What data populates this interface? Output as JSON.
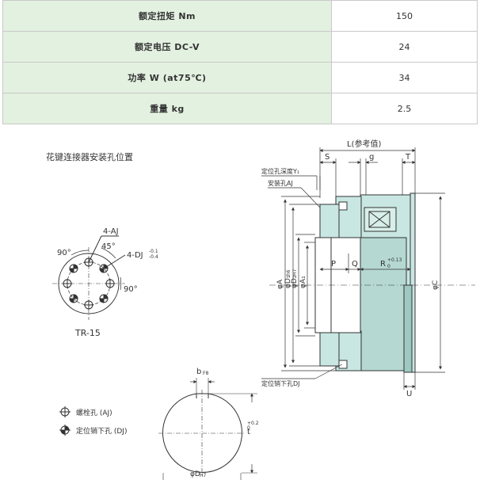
{
  "specs": [
    {
      "label": "额定扭矩 Nm",
      "value": "150"
    },
    {
      "label": "额定电压 DC-V",
      "value": "24"
    },
    {
      "label": "功率 W (at75℃)",
      "value": "34"
    },
    {
      "label": "重量 kg",
      "value": "2.5"
    }
  ],
  "diagram": {
    "hole_layout_title": "花键连接器安装孔位置",
    "aj": "4-AJ",
    "dj": "4-DJ",
    "dj_tol_upper": "-0.1",
    "dj_tol_lower": "-0.4",
    "angle_90_a": "90°",
    "angle_45": "45°",
    "angle_90_b": "90°",
    "model": "TR-15",
    "legend_bolt": "螺栓孔 (AJ)",
    "legend_pin": "定位销下孔 (DJ)",
    "L_label": "L(参考值)",
    "S": "S",
    "g": "g",
    "T": "T",
    "Y1_label": "定位孔深度Y₁",
    "AJ_label": "安装孔AJ",
    "P": "P",
    "Q": "Q",
    "R": "R",
    "R_tol_upper": "+0.13",
    "R_tol_lower": "0",
    "phiA": "φA",
    "phiD1": "φD₁",
    "phiD1_fit": "h6",
    "phiD2": "φD₂",
    "phiD2_fit": "H7",
    "phiA1": "φA₁",
    "phiC": "φC",
    "DJ_label": "定位销下孔DJ",
    "U": "U",
    "b": "b",
    "b_fit": "F8",
    "t": "t",
    "t_tol": "+0.2",
    "t_tol_low": "0",
    "phiD": "φD",
    "phiD_fit": "H7"
  }
}
